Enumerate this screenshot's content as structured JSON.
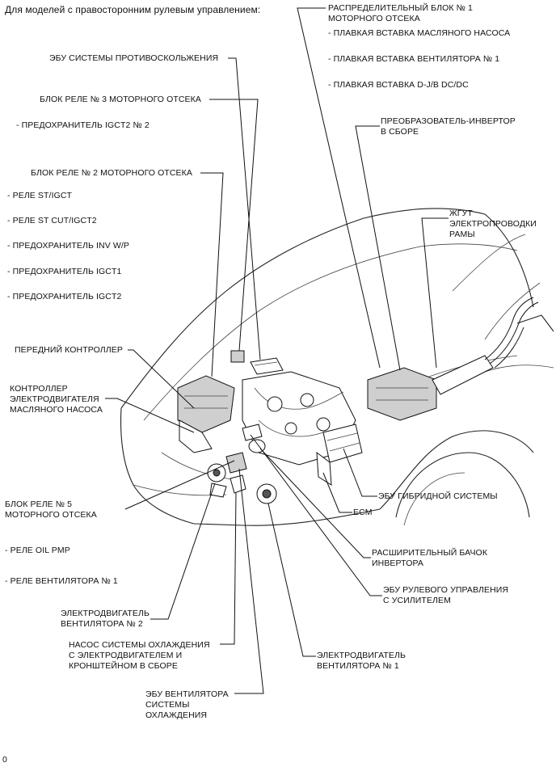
{
  "header": "Для моделей с правосторонним рулевым управлением:",
  "labels": {
    "distributor_block_1": "РАСПРЕДЕЛИТЕЛЬНЫЙ БЛОК № 1\nМОТОРНОГО ОТСЕКА",
    "fuse_oil_pump": "- ПЛАВКАЯ ВСТАВКА МАСЛЯНОГО НАСОСА",
    "fuse_fan1": "- ПЛАВКАЯ ВСТАВКА ВЕНТИЛЯТОРА № 1",
    "fuse_djb": "- ПЛАВКАЯ ВСТАВКА D-J/B DC/DC",
    "antiskid_ecu": "ЭБУ СИСТЕМЫ ПРОТИВОСКОЛЬЖЕНИЯ",
    "inverter": "ПРЕОБРАЗОВАТЕЛЬ-ИНВЕРТОР\nВ СБОРЕ",
    "relay_block_3": "БЛОК РЕЛЕ № 3 МОТОРНОГО ОТСЕКА",
    "fuse_igct2_2": "- ПРЕДОХРАНИТЕЛЬ IGCT2 № 2",
    "frame_harness": "ЖГУТ\nЭЛЕКТРОПРОВОДКИ\nРАМЫ",
    "relay_block_2": "БЛОК РЕЛЕ № 2 МОТОРНОГО ОТСЕКА",
    "relay_st_igct": "- РЕЛЕ ST/IGCT",
    "relay_st_cut": "- РЕЛЕ ST CUT/IGCT2",
    "fuse_inv_wp": "- ПРЕДОХРАНИТЕЛЬ INV W/P",
    "fuse_igct1": "- ПРЕДОХРАНИТЕЛЬ IGCT1",
    "fuse_igct2": "- ПРЕДОХРАНИТЕЛЬ IGCT2",
    "front_controller": "ПЕРЕДНИЙ КОНТРОЛЛЕР",
    "oil_pump_controller": "КОНТРОЛЛЕР\nЭЛЕКТРОДВИГАТЕЛЯ\nМАСЛЯНОГО НАСОСА",
    "hybrid_ecu": "ЭБУ ГИБРИДНОЙ СИСТЕМЫ",
    "ecm": "ECM",
    "relay_block_5": "БЛОК РЕЛЕ № 5\nМОТОРНОГО ОТСЕКА",
    "relay_oil_pmp": "- РЕЛЕ OIL PMP",
    "relay_fan1": "- РЕЛЕ ВЕНТИЛЯТОРА № 1",
    "inverter_tank": "РАСШИРИТЕЛЬНЫЙ БАЧОК\nИНВЕРТОРА",
    "eps_ecu": "ЭБУ РУЛЕВОГО УПРАВЛЕНИЯ\nС УСИЛИТЕЛЕМ",
    "fan_motor_2": "ЭЛЕКТРОДВИГАТЕЛЬ\nВЕНТИЛЯТОРА № 2",
    "cooling_pump": "НАСОС СИСТЕМЫ ОХЛАЖДЕНИЯ\nС ЭЛЕКТРОДВИГАТЕЛЕМ И\nКРОНШТЕЙНОМ В СБОРЕ",
    "fan_motor_1": "ЭЛЕКТРОДВИГАТЕЛЬ\nВЕНТИЛЯТОРА № 1",
    "fan_ecu": "ЭБУ ВЕНТИЛЯТОРА\nСИСТЕМЫ\nОХЛАЖДЕНИЯ"
  },
  "figure_code": "0"
}
